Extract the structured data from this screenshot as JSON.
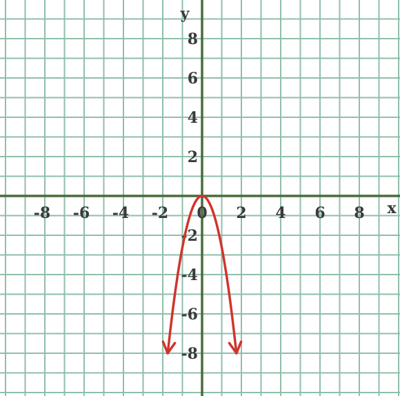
{
  "chart_data": {
    "type": "line",
    "title": "",
    "xlabel": "x",
    "ylabel": "y",
    "xlim": [
      -10,
      10
    ],
    "ylim": [
      -10,
      10
    ],
    "grid": true,
    "grid_step": 1,
    "x_ticks": [
      -8,
      -6,
      -4,
      -2,
      0,
      2,
      4,
      6,
      8
    ],
    "y_ticks": [
      8,
      6,
      4,
      2,
      -2,
      -4,
      -6,
      -8
    ],
    "x_tick_labels": [
      "-8",
      "-6",
      "-4",
      "-2",
      "0",
      "2",
      "4",
      "6",
      "8"
    ],
    "y_tick_labels": [
      "8",
      "6",
      "4",
      "2",
      "-2",
      "-4",
      "-6",
      "-8"
    ],
    "series": [
      {
        "color": "#d0342c",
        "arrows_at_ends": true,
        "x": [
          -1.75,
          -1.5,
          -1.25,
          -1.0,
          -0.75,
          -0.5,
          -0.25,
          0,
          0.25,
          0.5,
          0.75,
          1.0,
          1.25,
          1.5,
          1.75
        ],
        "y": [
          -8.0,
          -5.88,
          -4.08,
          -2.61,
          -1.47,
          -0.65,
          -0.16,
          0,
          -0.16,
          -0.65,
          -1.47,
          -2.61,
          -4.08,
          -5.88,
          -8.0
        ]
      }
    ]
  }
}
